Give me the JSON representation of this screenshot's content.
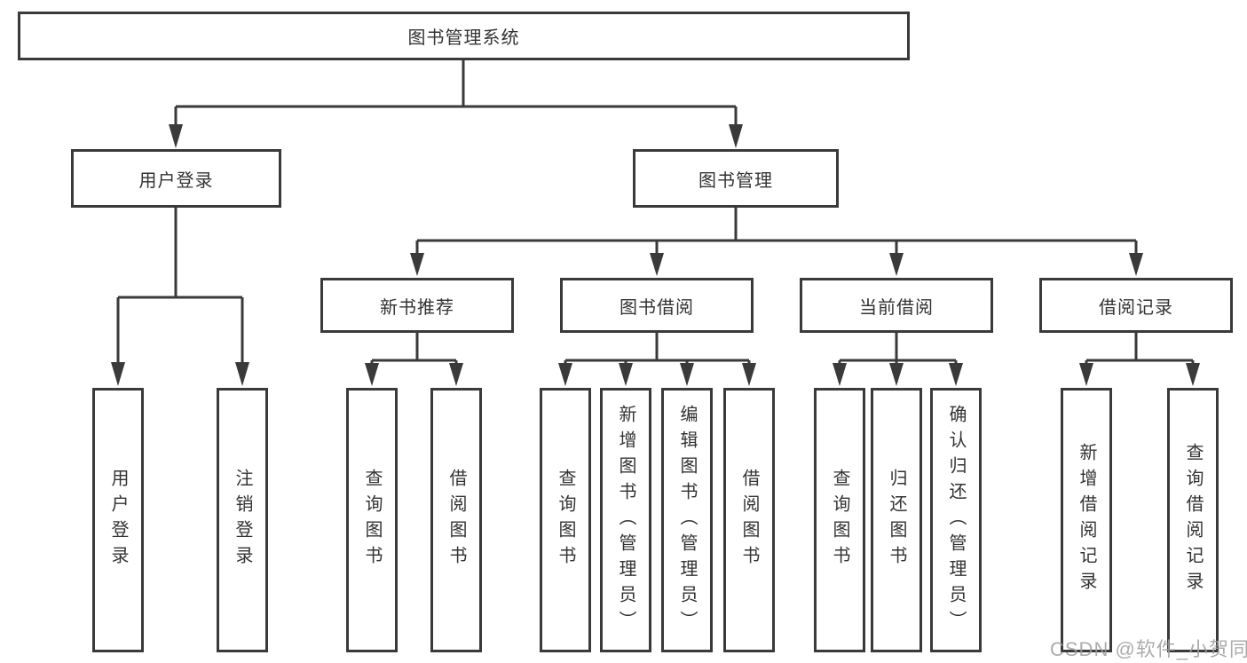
{
  "tree": {
    "root": "图书管理系统",
    "children": [
      {
        "label": "用户登录",
        "children": [
          {
            "label": "用户登录"
          },
          {
            "label": "注销登录"
          }
        ]
      },
      {
        "label": "图书管理",
        "children": [
          {
            "label": "新书推荐",
            "children": [
              {
                "label": "查询图书"
              },
              {
                "label": "借阅图书"
              }
            ]
          },
          {
            "label": "图书借阅",
            "children": [
              {
                "label": "查询图书"
              },
              {
                "label": "新增图书（管理员）"
              },
              {
                "label": "编辑图书（管理员）"
              },
              {
                "label": "借阅图书"
              }
            ]
          },
          {
            "label": "当前借阅",
            "children": [
              {
                "label": "查询图书"
              },
              {
                "label": "归还图书"
              },
              {
                "label": "确认归还（管理员）"
              }
            ]
          },
          {
            "label": "借阅记录",
            "children": [
              {
                "label": "新增借阅记录"
              },
              {
                "label": "查询借阅记录"
              }
            ]
          }
        ]
      }
    ]
  },
  "watermark": {
    "text": "CSDN @软件_小贺同学"
  },
  "colors": {
    "line": "#3a3a3a",
    "text": "#333333",
    "background": "#ffffff",
    "watermark": "#9e9e9e"
  }
}
